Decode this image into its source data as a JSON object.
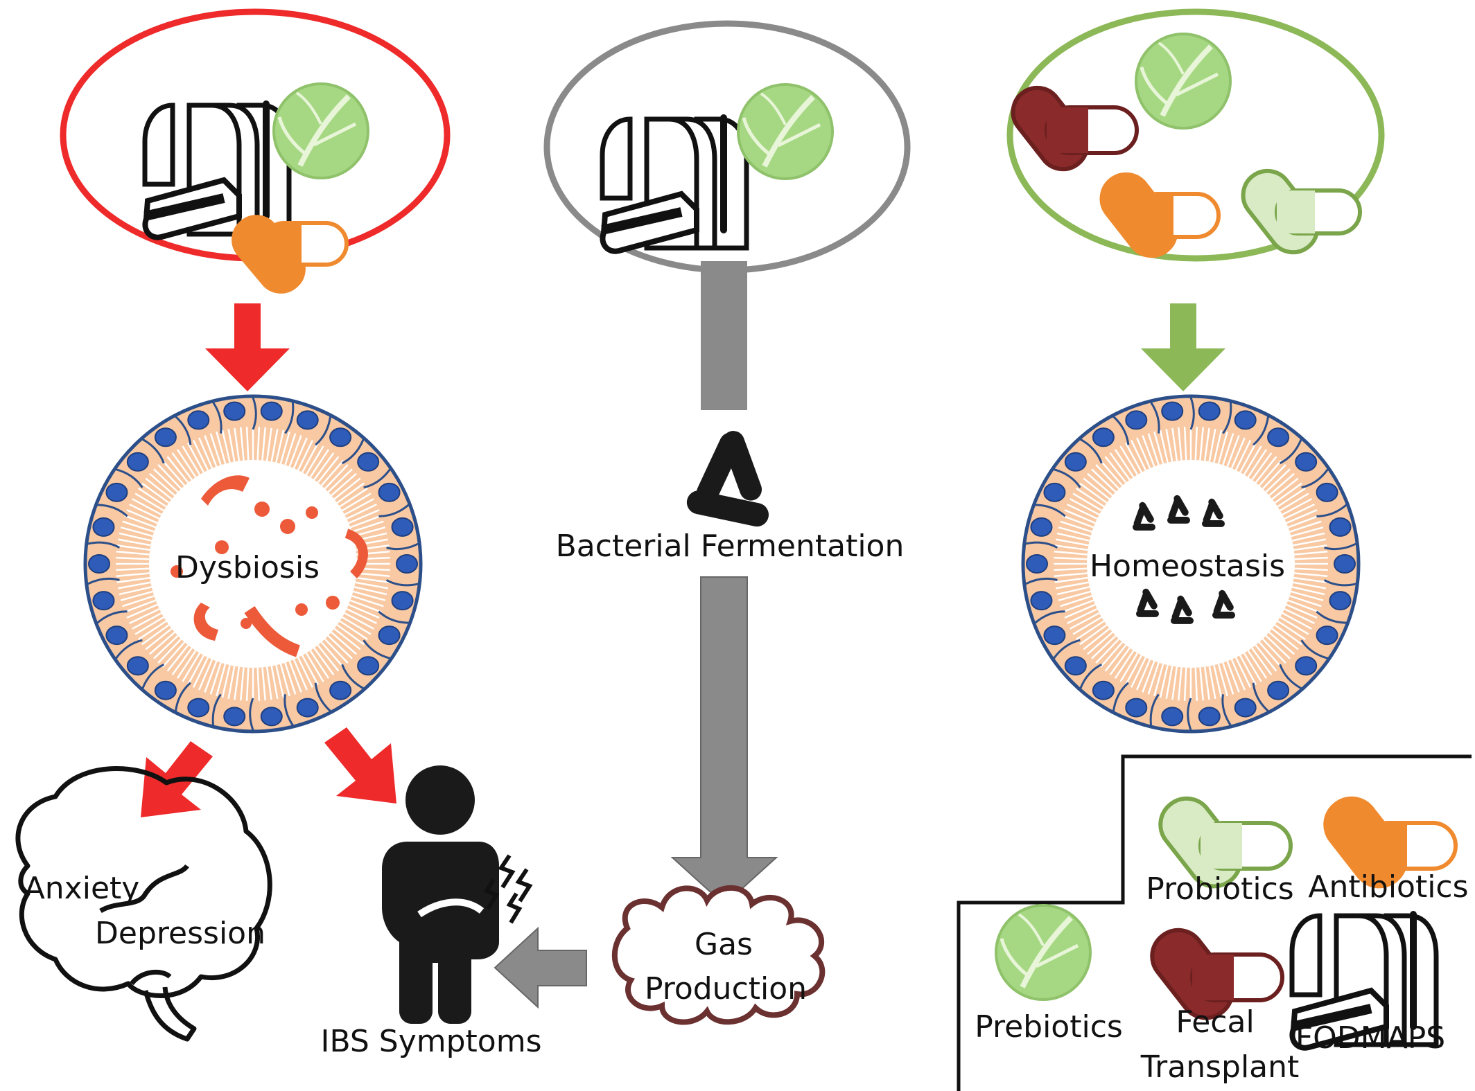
{
  "colors": {
    "red": "#ee2a2a",
    "gray": "#8a8a8a",
    "green": "#8cb857",
    "tissue_fill": "#f8c9a3",
    "tissue_outline": "#2c4f8a",
    "nucleus": "#2e5cb8",
    "dysbiosis_microbe": "#ec5a3a",
    "cloud_outline": "#6b3030",
    "probiotic_pill": "#7aa54a",
    "antibiotic_pill": "#f08a2e",
    "fecal_pill": "#8a2a2a",
    "lettuce": "#a6d883",
    "bacteria": "#1a1a1a"
  },
  "left_pathway": {
    "center_label": "Dysbiosis",
    "brain_labels": [
      "Anxiety",
      "Depression"
    ],
    "symptoms_label": "IBS Symptoms"
  },
  "middle_pathway": {
    "fermentation_label": "Bacterial Fermentation",
    "gas_label_line1": "Gas",
    "gas_label_line2": "Production"
  },
  "right_pathway": {
    "center_label": "Homeostasis"
  },
  "legend": {
    "items": [
      {
        "label": "Probiotics",
        "icon": "probiotic-capsule-icon"
      },
      {
        "label": "Antibiotics",
        "icon": "antibiotic-capsule-icon"
      },
      {
        "label": "Prebiotics",
        "icon": "lettuce-icon"
      },
      {
        "label_line1": "Fecal",
        "label_line2": "Transplant",
        "icon": "fecal-transplant-capsule-icon"
      },
      {
        "label": "FODMAPS",
        "icon": "bread-icon"
      }
    ]
  }
}
